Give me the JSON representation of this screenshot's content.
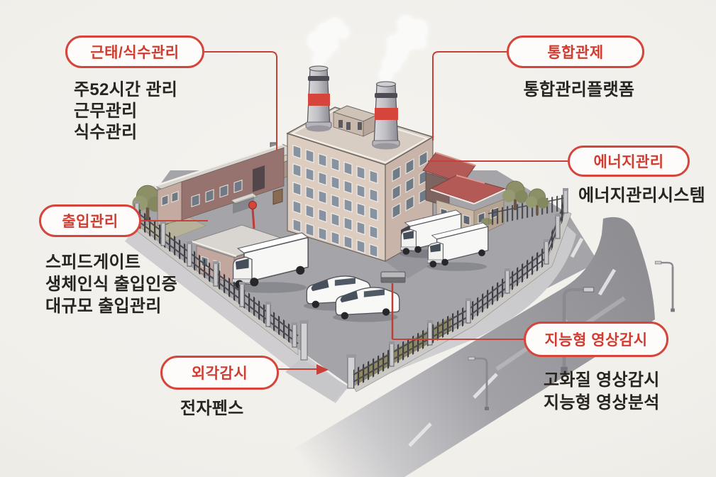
{
  "colors": {
    "background": "#f1efea",
    "accent_red": "#d6453c",
    "leader_line": "#c5413a",
    "text_dark": "#28241f",
    "chimney_band": "#d6453c",
    "roof_red": "#b45a56",
    "pavement": "#a5a4a9",
    "road": "#9a999f",
    "fence": "#3c3c42",
    "hedge": "#8d885f",
    "tree": "#8d9067",
    "vehicle_white": "#f7f7f5",
    "smoke": "#fbfbfa"
  },
  "callouts": [
    {
      "id": "attendance",
      "label": "근태/식수관리",
      "items": [
        "주52시간 관리",
        "근무관리",
        "식수관리"
      ]
    },
    {
      "id": "integrated-control",
      "label": "통합관제",
      "items": [
        "통합관리플랫폼"
      ]
    },
    {
      "id": "energy",
      "label": "에너지관리",
      "items": [
        "에너지관리시스템"
      ]
    },
    {
      "id": "access",
      "label": "출입관리",
      "items": [
        "스피드게이트",
        "생체인식 출입인증",
        "대규모 출입관리"
      ]
    },
    {
      "id": "perimeter",
      "label": "외각감시",
      "items": [
        "전자펜스"
      ]
    },
    {
      "id": "video",
      "label": "지능형 영상감시",
      "items": [
        "고화질 영상감시",
        "지능형 영상분석"
      ]
    }
  ]
}
